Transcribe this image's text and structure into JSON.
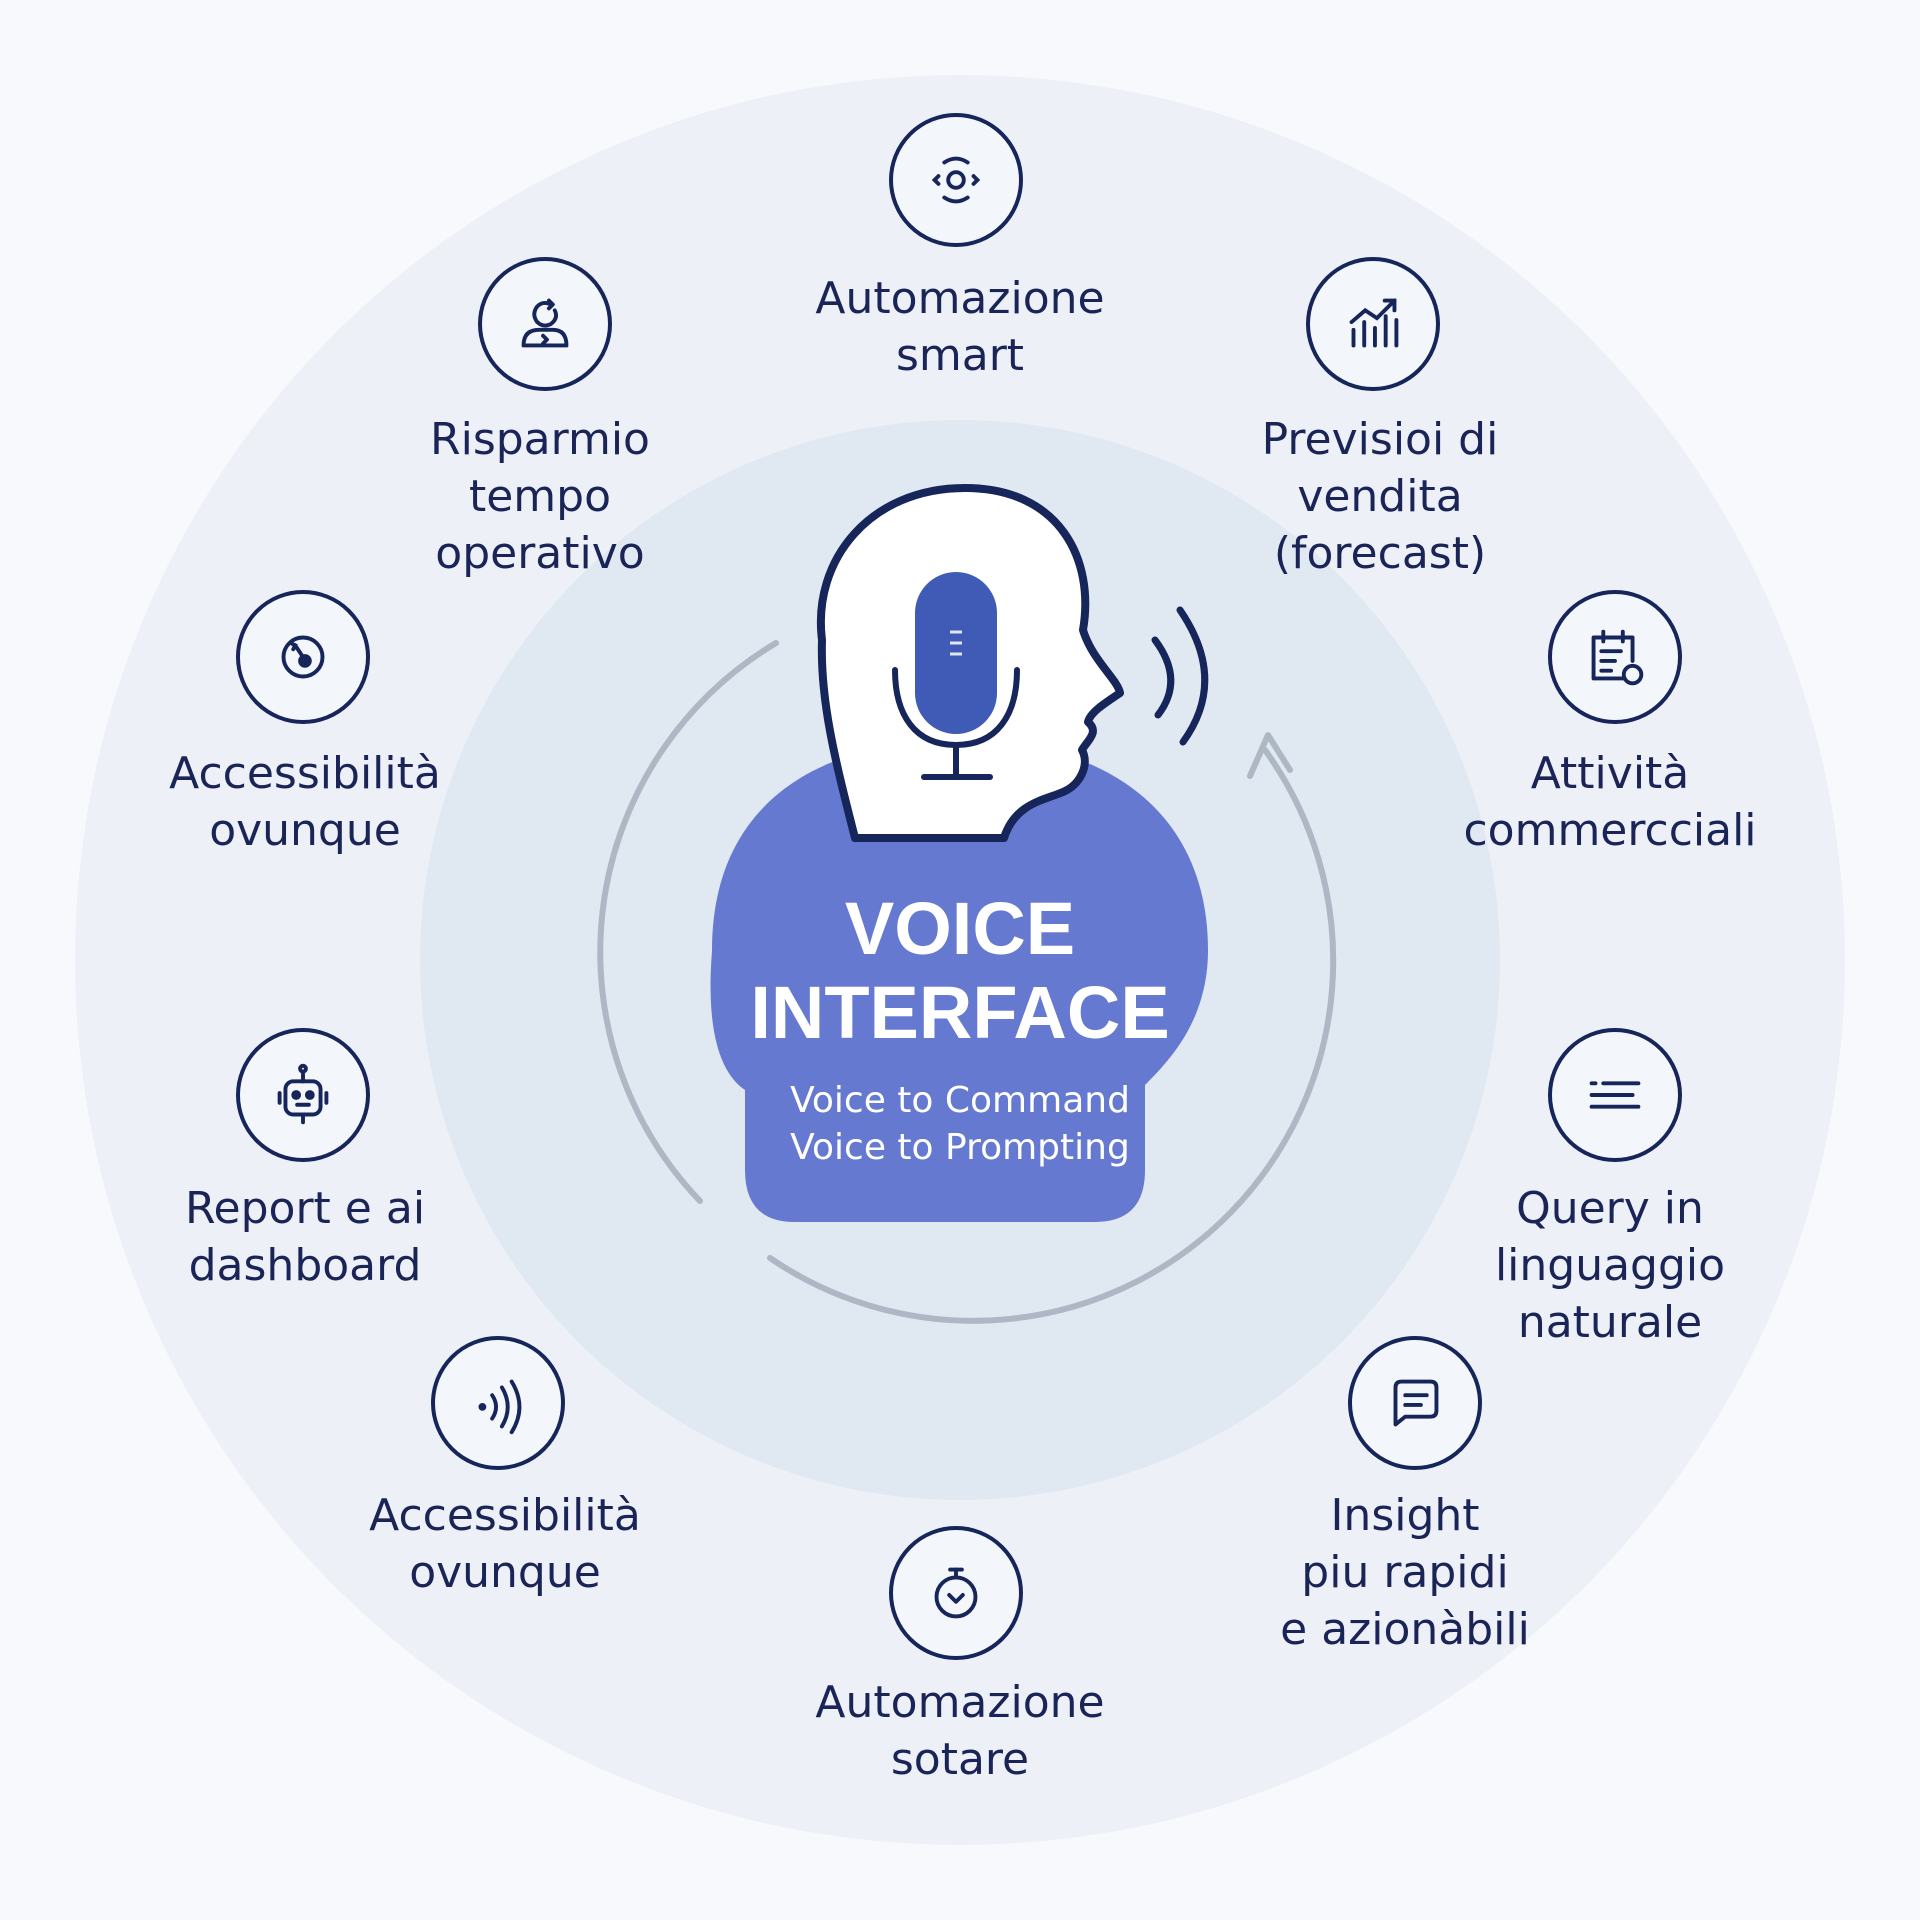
{
  "center": {
    "title_line1": "VOICE",
    "title_line2": "INTERFACE",
    "sub_line1": "Voice to Command",
    "sub_line2": "Voice to Prompting"
  },
  "items": [
    {
      "id": "automazione-smart",
      "icon": "sound-ring-icon",
      "lines": [
        "Automazione",
        "smart"
      ]
    },
    {
      "id": "previsioni-vendita",
      "icon": "bar-chart-icon",
      "lines": [
        "Previsioi di",
        "vendita",
        "(forecast)"
      ]
    },
    {
      "id": "attivita-commerciali",
      "icon": "calendar-clock-icon",
      "lines": [
        "Attività",
        "commercciali"
      ]
    },
    {
      "id": "query-linguaggio",
      "icon": "text-lines-icon",
      "lines": [
        "Query in",
        "linguaggio",
        "naturale"
      ]
    },
    {
      "id": "insight-rapidi",
      "icon": "chat-bubble-icon",
      "lines": [
        "Insight",
        "piu rapidi",
        "e azionàbili"
      ]
    },
    {
      "id": "automazione-sotare",
      "icon": "stopwatch-icon",
      "lines": [
        "Automazione",
        "sotare"
      ]
    },
    {
      "id": "accessibilita-bottom",
      "icon": "sound-waves-icon",
      "lines": [
        "Accessibilità",
        "ovunque"
      ]
    },
    {
      "id": "report-dashboard",
      "icon": "robot-icon",
      "lines": [
        "Report e ai",
        "dashboard"
      ]
    },
    {
      "id": "accessibilita-left",
      "icon": "target-icon",
      "lines": [
        "Accessibilità",
        "ovunque"
      ]
    },
    {
      "id": "risparmio-tempo",
      "icon": "person-refresh-icon",
      "lines": [
        "Risparmio",
        "tempo",
        "operativo"
      ]
    }
  ],
  "colors": {
    "navy": "#16255a",
    "accent": "#6679d0",
    "mic": "#3f5bb5",
    "outer": "#edf1f7",
    "inner": "#e0e8f1",
    "arc": "#aeb8c5"
  }
}
